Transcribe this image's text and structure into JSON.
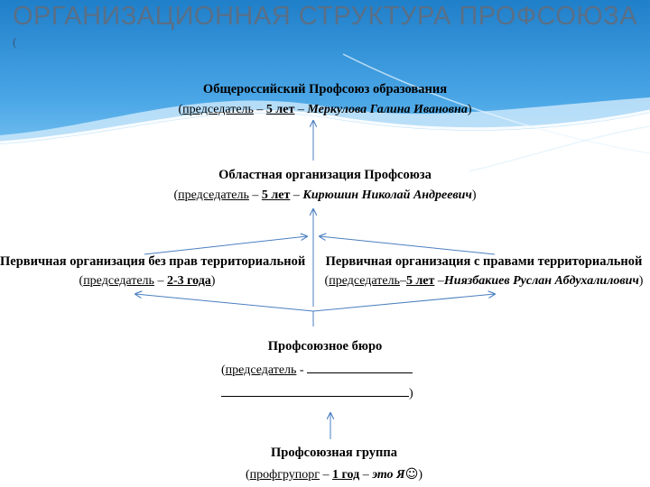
{
  "title": "ОРГАНИЗАЦИОННАЯ СТРУКТУРА ПРОФСОЮЗА",
  "colors": {
    "banner_top": "#1f7fc9",
    "banner_mid": "#5fb4ec",
    "wave": "#ffffff",
    "title": "#5a6f86",
    "arrow": "#4a7fc0"
  },
  "stray_paren": "(",
  "nodes": {
    "all_russian": {
      "name": "Общероссийский Профсоюз образования",
      "open": "(",
      "role": "председатель",
      "sep": " – ",
      "term": "5 лет",
      "dash": " – ",
      "person": "Меркулова Галина Ивановна",
      "close": ")"
    },
    "regional": {
      "name": "Областная организация Профсоюза",
      "open": "(",
      "role": "председатель",
      "sep": " – ",
      "term": "5 лет",
      "dash": " – ",
      "person": "Кирюшин Николай Андреевич",
      "close": ")"
    },
    "primary_no_rights": {
      "name": "Первичная организация без прав территориальной",
      "open": "(",
      "role": "председатель",
      "sep": " – ",
      "term": "2-3 года",
      "close": ")"
    },
    "primary_rights": {
      "name": "Первичная организация с правами территориальной",
      "open": "(",
      "role": "председатель",
      "sep": "–",
      "term": "5 лет",
      "dash": " –",
      "person": "Ниязбакиев Руслан Абдухалилович",
      "close": ")"
    },
    "bureau": {
      "name": "Профсоюзное бюро",
      "open": "(",
      "role": "председатель",
      "sep": " - ",
      "close": ")"
    },
    "group": {
      "name": "Профсоюзная группа",
      "open": "(",
      "role": "профгрупорг",
      "sep": " – ",
      "term": "1 год",
      "dash": " – ",
      "person": "это Я",
      "emoji": "☺",
      "close": ")"
    }
  }
}
